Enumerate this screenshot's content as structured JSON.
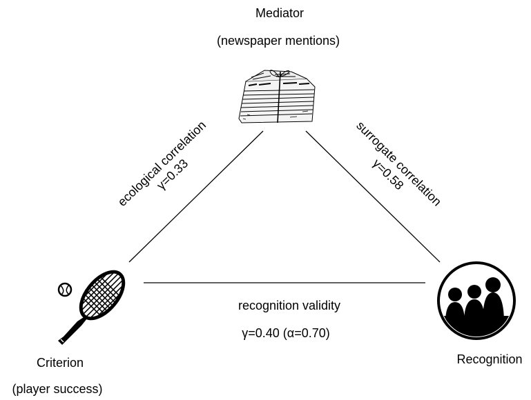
{
  "mediator": {
    "title": "Mediator",
    "subtitle": "(newspaper mentions)",
    "icon": "newspaper-stack-icon"
  },
  "criterion": {
    "title": "Criterion",
    "subtitle": "(player success)",
    "icon": "tennis-racket-icon"
  },
  "recognition": {
    "title": "Recognition",
    "icon": "people-silhouette-icon"
  },
  "edges": {
    "ecological": {
      "label": "ecological correlation",
      "value": "γ=0.33"
    },
    "surrogate": {
      "label": "surrogate correlation",
      "value": "γ=0.58"
    },
    "validity": {
      "label": "recognition validity",
      "value": "γ=0.40 (α=0.70)"
    }
  }
}
